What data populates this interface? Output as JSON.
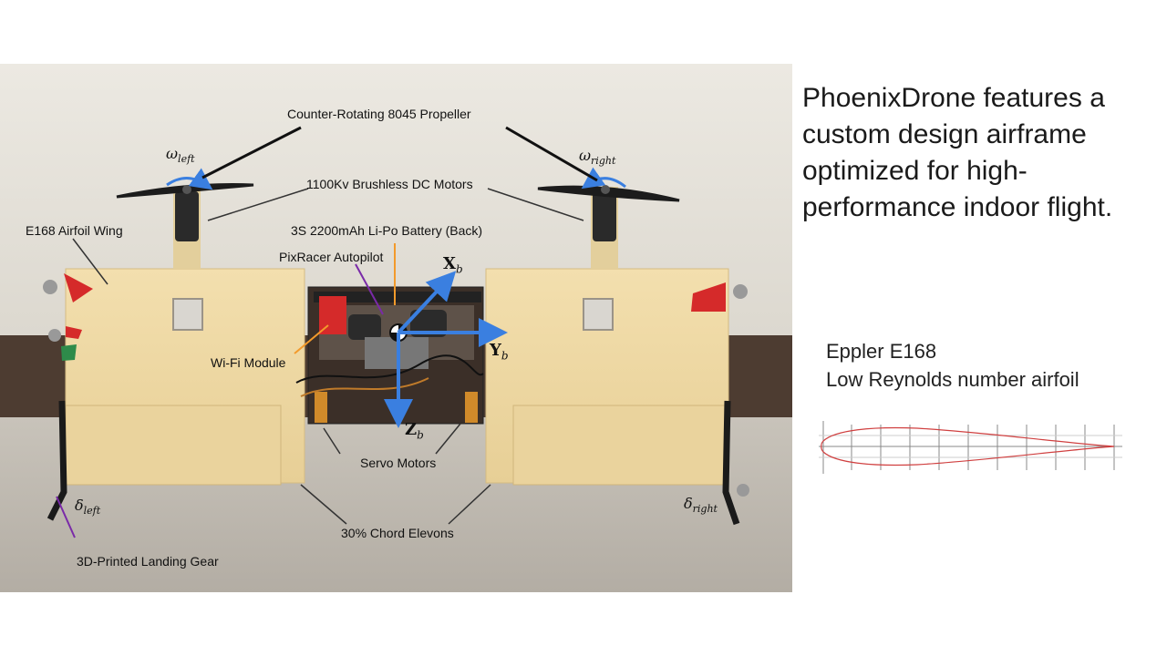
{
  "headline": "PhoenixDrone features a custom design airframe optimized for high-performance indoor flight.",
  "headline_lines": [
    "PhoenixDrone features a",
    "custom design airframe",
    "optimized for high-",
    "performance indoor flight."
  ],
  "airfoil": {
    "name": "Eppler E168",
    "description": "Low Reynolds number airfoil",
    "line_color": "#d04040",
    "grid_color": "#888888"
  },
  "photo": {
    "labels": {
      "propeller": "Counter-Rotating 8045 Propeller",
      "motors": "1100Kv Brushless DC Motors",
      "battery": "3S 2200mAh Li-Po Battery (Back)",
      "autopilot": "PixRacer Autopilot",
      "wing": "E168 Airfoil Wing",
      "wifi": "Wi-Fi Module",
      "servos": "Servo Motors",
      "elevons": "30% Chord Elevons",
      "landing_gear": "3D-Printed Landing Gear"
    },
    "symbols": {
      "omega": "ω",
      "left": "left",
      "right": "right",
      "delta": "δ",
      "x_axis": "X",
      "y_axis": "Y",
      "z_axis": "Z",
      "body_sub": "b"
    },
    "colors": {
      "wall": "#e6e3dc",
      "stripe": "#4a3a30",
      "floor": "#bfbab2",
      "wing": "#efd9a6",
      "axis_blue": "#3a7fe0",
      "marker_red": "#d52a2a",
      "pointer_orange": "#f39a2b",
      "pointer_purple": "#7a2aa8"
    }
  }
}
